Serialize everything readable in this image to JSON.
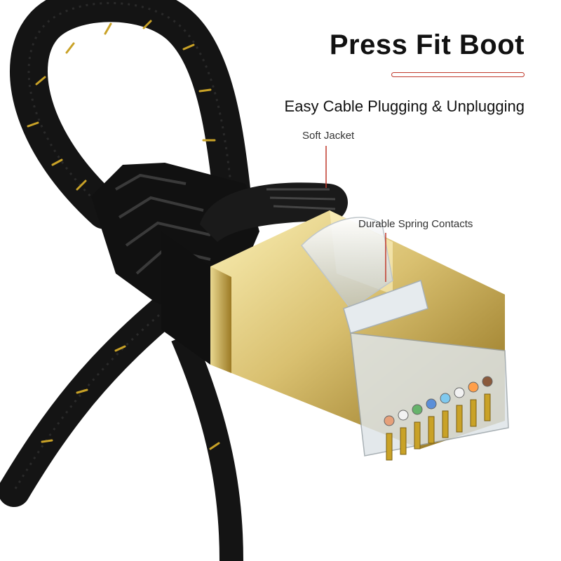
{
  "title": "Press Fit Boot",
  "subtitle": "Easy Cable Plugging & Unplugging",
  "callouts": {
    "soft_jacket": "Soft Jacket",
    "spring_contacts": "Durable Spring Contacts"
  },
  "colors": {
    "accent_red": "#c0392b",
    "cable_black": "#141414",
    "stripe_gold": "#c9a227",
    "shield_gold": "#d9c070"
  },
  "wire_colors": [
    "#e6a07a",
    "#f2f2f2",
    "#66b36b",
    "#5b8fd8",
    "#7fc9ef",
    "#f2f2f2",
    "#ff9f4a",
    "#8a5a3c"
  ]
}
